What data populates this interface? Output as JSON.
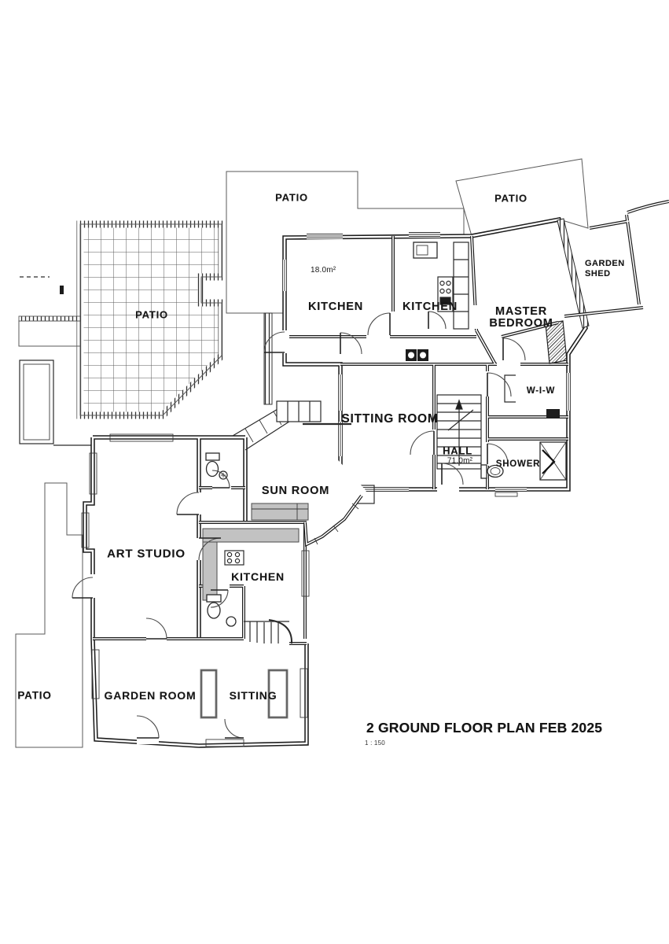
{
  "document": {
    "title": "2 GROUND FLOOR PLAN FEB 2025",
    "scale": "1 : 150"
  },
  "rooms": {
    "patio_top": "PATIO",
    "patio_right": "PATIO",
    "patio_left": "PATIO",
    "patio_bottom_left": "PATIO",
    "garden_shed_line1": "GARDEN",
    "garden_shed_line2": "SHED",
    "kitchen_area_value": "18.0m²",
    "kitchen_main": "KITCHEN",
    "kitchen_rear": "KITCHEN",
    "master_bedroom_line1": "MASTER",
    "master_bedroom_line2": "BEDROOM",
    "sitting_room": "SITTING ROOM",
    "walk_in_wardrobe": "W-I-W",
    "hall": "HALL",
    "hall_area_value": "71.0m²",
    "shower": "SHOWER",
    "sun_room": "SUN ROOM",
    "art_studio": "ART STUDIO",
    "kitchen_lower": "KITCHEN",
    "garden_room": "GARDEN ROOM",
    "sitting_lower": "SITTING"
  },
  "colors": {
    "line": "#1c1c1c",
    "counter_gray": "#c2c2c2",
    "paper": "#ffffff"
  }
}
